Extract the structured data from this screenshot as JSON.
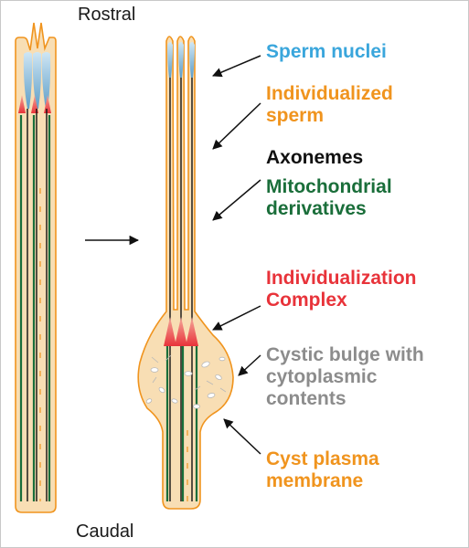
{
  "orientation": {
    "top": "Rostral",
    "bottom": "Caudal"
  },
  "labels": {
    "sperm_nuclei": {
      "lines": [
        "Sperm nuclei"
      ],
      "color": "#3aa6dc"
    },
    "individualized_sperm": {
      "lines": [
        "Individualized",
        "sperm"
      ],
      "color": "#f0941e"
    },
    "axonemes": {
      "lines": [
        "Axonemes"
      ],
      "color": "#111111"
    },
    "mitochondrial_derivatives": {
      "lines": [
        "Mitochondrial",
        "derivatives"
      ],
      "color": "#1a6e3a"
    },
    "individualization_complex": {
      "lines": [
        "Individualization",
        "Complex"
      ],
      "color": "#e8333a"
    },
    "cystic_bulge": {
      "lines": [
        "Cystic bulge with",
        "cytoplasmic",
        "contents"
      ],
      "color": "#8c8c8c"
    },
    "cyst_membrane": {
      "lines": [
        "Cyst plasma",
        "membrane"
      ],
      "color": "#f0941e"
    }
  },
  "colors": {
    "cyst_fill": "#f8deb4",
    "cyst_outline": "#f0941e",
    "nucleus": "#6aaed2",
    "complex": "#e8333a",
    "axoneme": "#111111",
    "mito": "#1a6e3a"
  }
}
